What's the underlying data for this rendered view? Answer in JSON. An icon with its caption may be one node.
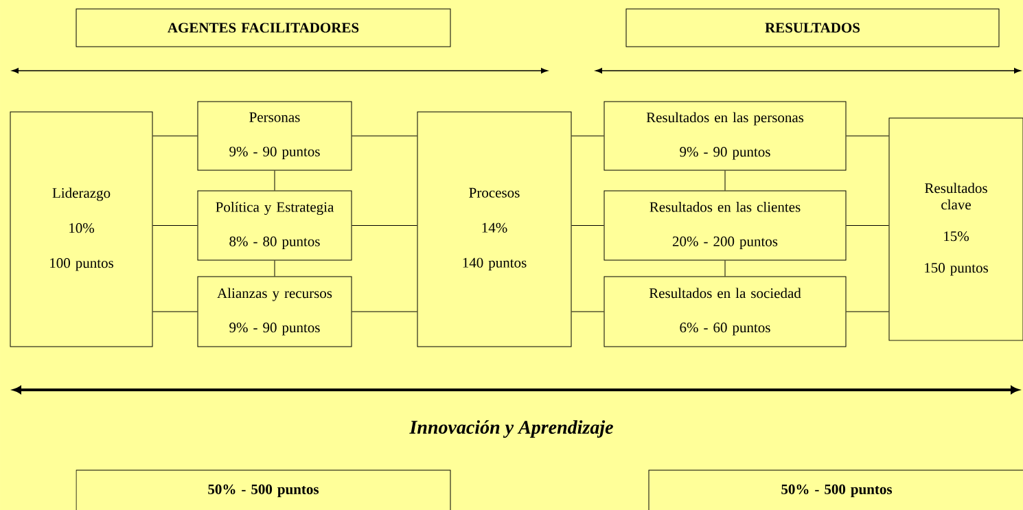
{
  "diagram": {
    "nodes": [
      {
        "text": [
          "AGENTES FACILITADORES"
        ]
      },
      {
        "text": [
          "RESULTADOS"
        ]
      },
      {
        "text": [
          "Liderazgo",
          "10%",
          "100 puntos"
        ]
      },
      {
        "text": [
          "Personas",
          "9% - 90 puntos"
        ]
      },
      {
        "text": [
          "Política y Estrategia",
          "8% - 80 puntos"
        ]
      },
      {
        "text": [
          "Alianzas y recursos",
          "9% - 90 puntos"
        ]
      },
      {
        "text": [
          "Procesos",
          "14%",
          "140 puntos"
        ]
      },
      {
        "text": [
          "Resultados en las personas",
          "9% - 90 puntos"
        ]
      },
      {
        "text": [
          "Resultados en las clientes",
          "20% - 200 puntos"
        ]
      },
      {
        "text": [
          "Resultados en la sociedad",
          "6% - 60 puntos"
        ]
      },
      {
        "text": [
          "Resultados clave",
          "15%",
          "150 puntos"
        ]
      },
      {
        "text": [
          "50% - 500 puntos"
        ]
      },
      {
        "text": [
          "50% - 500 puntos"
        ]
      }
    ],
    "edges": [
      {
        "from": 2,
        "to": 3,
        "arrow": "none"
      },
      {
        "from": 2,
        "to": 4,
        "arrow": "none"
      },
      {
        "from": 2,
        "to": 5,
        "arrow": "none"
      },
      {
        "from": 3,
        "to": 4,
        "arrow": "none"
      },
      {
        "from": 4,
        "to": 5,
        "arrow": "none"
      },
      {
        "from": 3,
        "to": 6,
        "arrow": "none"
      },
      {
        "from": 4,
        "to": 6,
        "arrow": "none"
      },
      {
        "from": 5,
        "to": 6,
        "arrow": "none"
      },
      {
        "from": 6,
        "to": 7,
        "arrow": "none"
      },
      {
        "from": 6,
        "to": 8,
        "arrow": "none"
      },
      {
        "from": 6,
        "to": 9,
        "arrow": "none"
      },
      {
        "from": 7,
        "to": 8,
        "arrow": "none"
      },
      {
        "from": 8,
        "to": 9,
        "arrow": "none"
      },
      {
        "from": 7,
        "to": 10,
        "arrow": "none"
      },
      {
        "from": 8,
        "to": 10,
        "arrow": "none"
      },
      {
        "from": 9,
        "to": 10,
        "arrow": "none"
      }
    ],
    "labels": [
      "Innovación y Aprendizaje"
    ]
  }
}
